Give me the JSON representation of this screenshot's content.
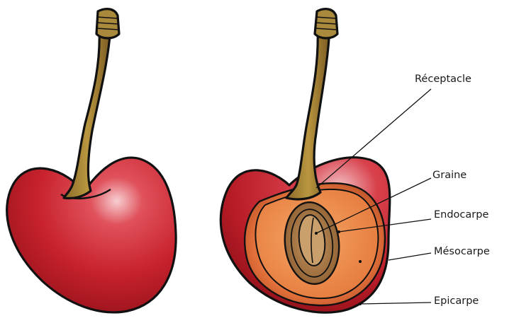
{
  "labels": {
    "receptacle": "Réceptacle",
    "seed": "Graine",
    "endocarp": "Endocarpe",
    "mesocarp": "Mésocarpe",
    "epicarp": "Epicarpe"
  }
}
